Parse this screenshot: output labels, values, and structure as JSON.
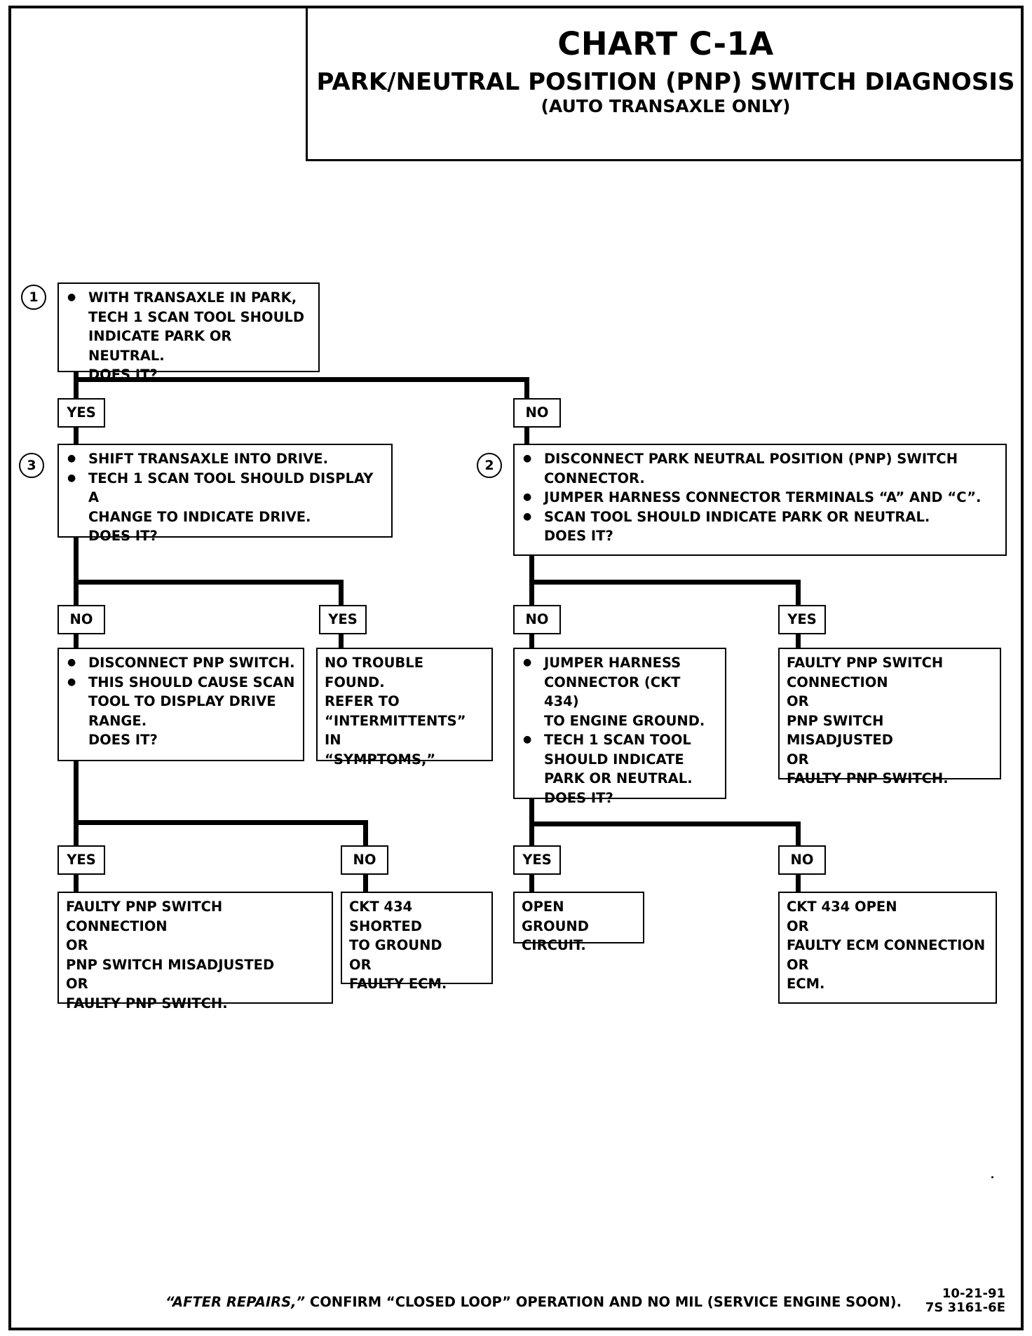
{
  "header": {
    "title": "CHART C-1A",
    "subtitle": "PARK/NEUTRAL POSITION (PNP) SWITCH DIAGNOSIS",
    "note": "(AUTO TRANSAXLE ONLY)"
  },
  "steps": {
    "s1": "1",
    "s2": "2",
    "s3": "3"
  },
  "labels": {
    "yes_a": "YES",
    "no_a": "NO",
    "no_b": "NO",
    "yes_b": "YES",
    "no_c": "NO",
    "yes_c": "YES",
    "yes_d": "YES",
    "no_d": "NO",
    "yes_e": "YES",
    "no_e": "NO"
  },
  "box1": {
    "b1": "WITH TRANSAXLE IN PARK,",
    "b1c1": "TECH 1 SCAN TOOL SHOULD",
    "b1c2": "INDICATE PARK OR NEUTRAL.",
    "b1c3": "DOES IT?"
  },
  "box3": {
    "b1": "SHIFT TRANSAXLE INTO DRIVE.",
    "b2": "TECH 1 SCAN TOOL SHOULD DISPLAY A",
    "b2c1": "CHANGE TO INDICATE DRIVE.",
    "b2c2": "DOES IT?"
  },
  "box2": {
    "b1": "DISCONNECT PARK NEUTRAL POSITION (PNP) SWITCH",
    "b1c1": "CONNECTOR.",
    "b2": "JUMPER HARNESS CONNECTOR TERMINALS “A” AND “C”.",
    "b3": "SCAN TOOL SHOULD INDICATE PARK OR NEUTRAL.",
    "b3c1": "DOES IT?"
  },
  "box_disconnect": {
    "b1": "DISCONNECT PNP SWITCH.",
    "b2": "THIS SHOULD CAUSE SCAN",
    "b2c1": "TOOL TO DISPLAY DRIVE",
    "b2c2": "RANGE.",
    "b2c3": "DOES IT?"
  },
  "box_nofound": {
    "text": "NO TROUBLE FOUND.\nREFER TO\n“INTERMITTENTS” IN\n“SYMPTOMS,”"
  },
  "box_jumper": {
    "b1": "JUMPER HARNESS",
    "b1c1": "CONNECTOR (CKT 434)",
    "b1c2": "TO ENGINE GROUND.",
    "b2": "TECH 1 SCAN TOOL",
    "b2c1": "SHOULD INDICATE",
    "b2c2": "PARK OR NEUTRAL.",
    "b2c3": "DOES IT?"
  },
  "box_faulty_right": {
    "text": "FAULTY PNP SWITCH\nCONNECTION\nOR\nPNP SWITCH MISADJUSTED\nOR\nFAULTY PNP SWITCH."
  },
  "box_faulty_left": {
    "text": "FAULTY PNP SWITCH CONNECTION\nOR\nPNP SWITCH MISADJUSTED\nOR\nFAULTY PNP SWITCH."
  },
  "box_shorted": {
    "text": "CKT 434 SHORTED\nTO GROUND\nOR\nFAULTY ECM."
  },
  "box_openground": {
    "text": "OPEN GROUND\nCIRCUIT."
  },
  "box_ckt_open": {
    "text": "CKT 434 OPEN\nOR\nFAULTY ECM CONNECTION\nOR\nECM."
  },
  "footer": {
    "italic": "“AFTER REPAIRS,”",
    "rest": " CONFIRM “CLOSED LOOP” OPERATION AND NO MIL (SERVICE ENGINE SOON).",
    "date": "10-21-91",
    "code": "7S 3161-6E"
  }
}
